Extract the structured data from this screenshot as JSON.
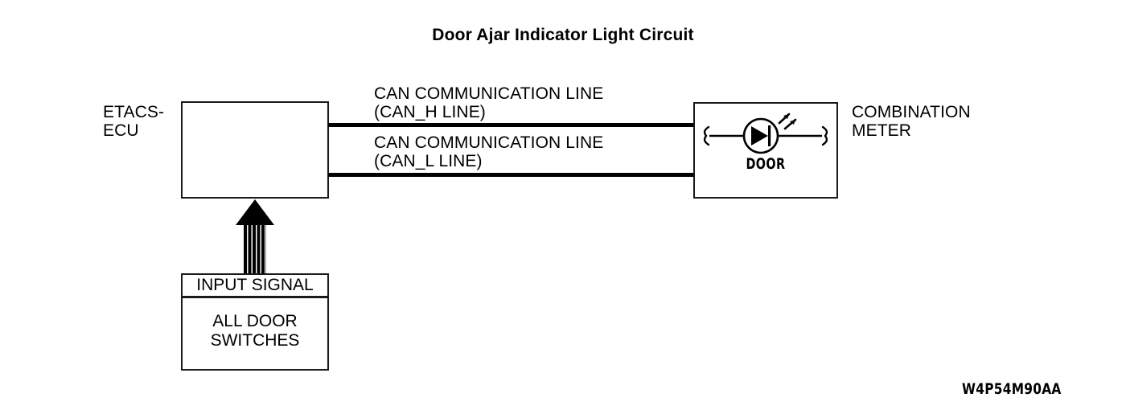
{
  "diagram": {
    "title": "Door Ajar Indicator Light Circuit",
    "reference_code": "W4P54M90AA",
    "nodes": {
      "ecu": {
        "label": "ETACS-\nECU",
        "name": "ETACS-ECU"
      },
      "combination_meter": {
        "label": "COMBINATION\nMETER",
        "indicator_label": "DOOR",
        "indicator_symbol": "led-indicator-icon"
      },
      "input_signal": {
        "header": "INPUT SIGNAL",
        "body": "ALL DOOR\nSWITCHES"
      }
    },
    "connections": {
      "can_h": {
        "line1": "CAN COMMUNICATION LINE",
        "line2": "(CAN_H LINE)"
      },
      "can_l": {
        "line1": "CAN COMMUNICATION LINE",
        "line2": "(CAN_L LINE)"
      },
      "input_arrow": {
        "direction": "up",
        "style": "striped-block-arrow"
      }
    },
    "colors": {
      "line": "#000000",
      "box_border": "#1a1a1a",
      "background": "#ffffff",
      "text": "#000000"
    }
  }
}
